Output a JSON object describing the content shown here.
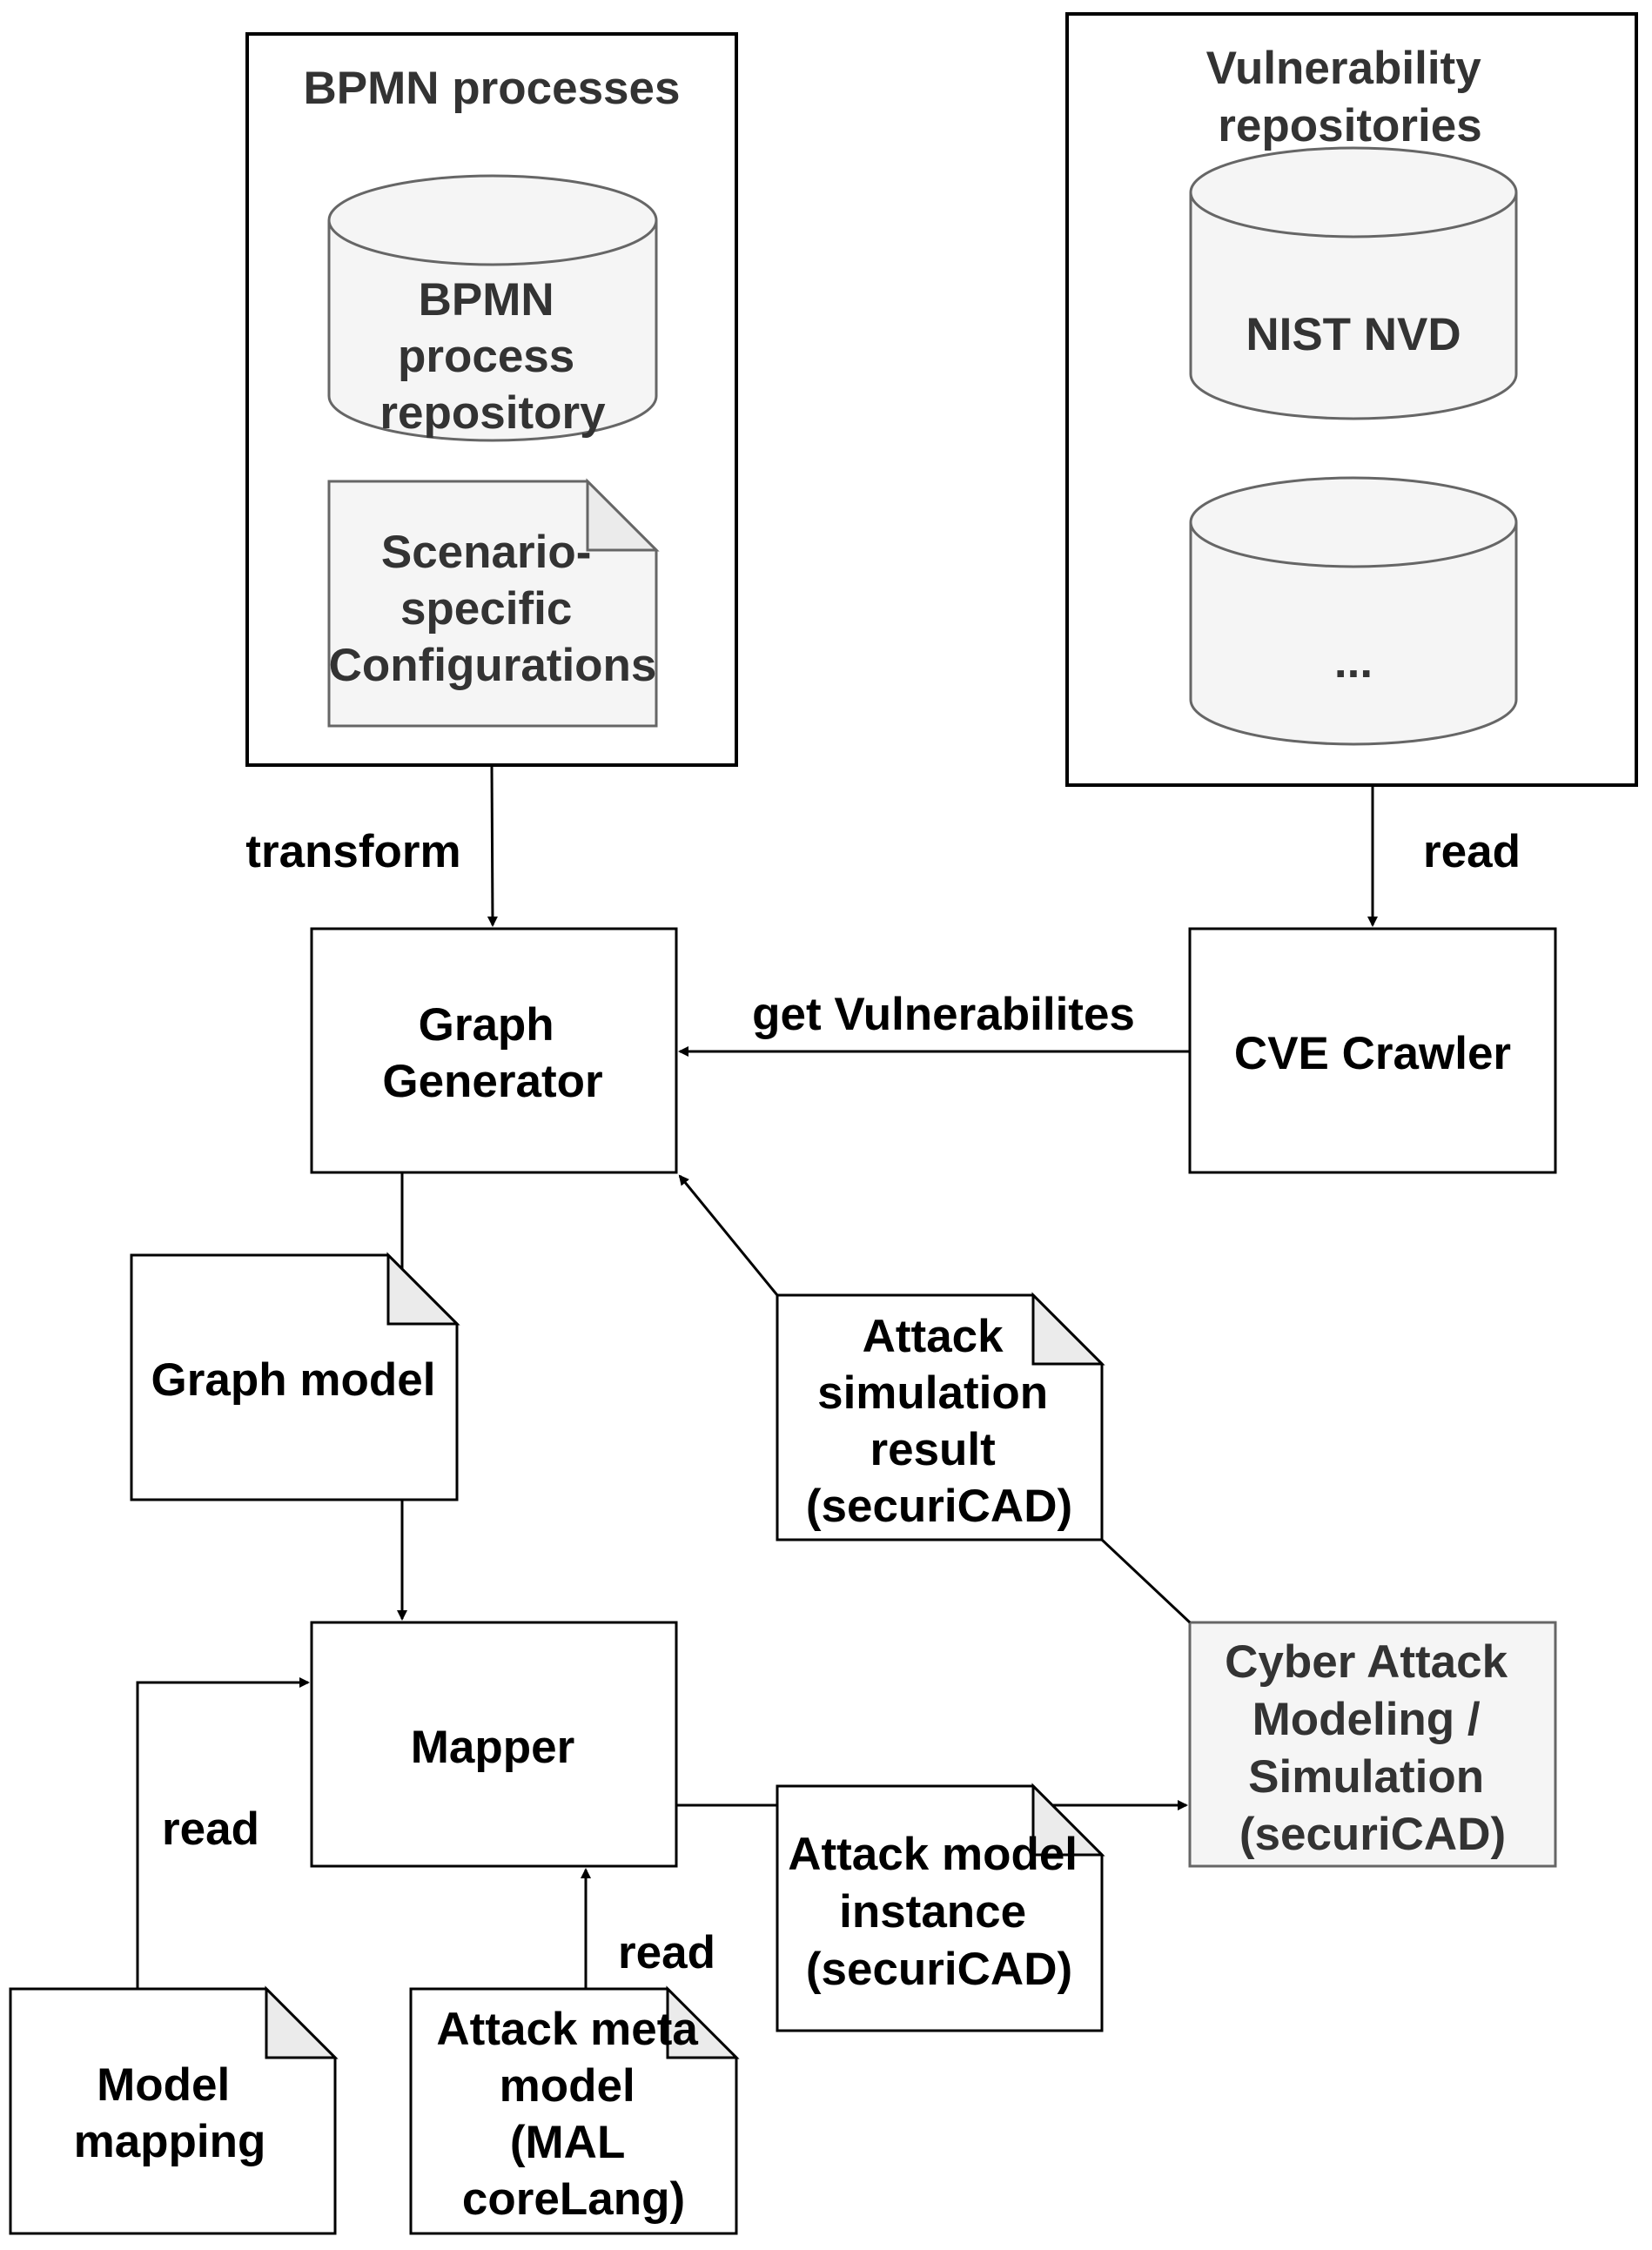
{
  "groups": {
    "bpmn": {
      "title": "BPMN processes"
    },
    "vuln": {
      "title_lines": [
        "Vulnerability",
        "repositories"
      ]
    }
  },
  "stores": {
    "bpmn_repo": {
      "lines": [
        "BPMN",
        "process",
        "repository"
      ]
    },
    "nist_nvd": {
      "lines": [
        "NIST NVD"
      ]
    },
    "other_repo": {
      "lines": [
        "..."
      ]
    }
  },
  "documents": {
    "scenario_config": {
      "lines": [
        "Scenario-",
        "specific",
        "Configurations"
      ]
    },
    "graph_model": {
      "lines": [
        "Graph model"
      ]
    },
    "attack_sim_result": {
      "lines": [
        "Attack",
        "simulation",
        "result",
        "(securiCAD)"
      ]
    },
    "attack_model_instance": {
      "lines": [
        "Attack model",
        "instance",
        "(securiCAD)"
      ]
    },
    "model_mapping": {
      "lines": [
        "Model",
        "mapping"
      ]
    },
    "attack_meta_model": {
      "lines": [
        "Attack meta",
        "model",
        "(MAL",
        "coreLang)"
      ]
    }
  },
  "processes": {
    "graph_generator": {
      "lines": [
        "Graph",
        "Generator"
      ]
    },
    "cve_crawler": {
      "lines": [
        "CVE Crawler"
      ]
    },
    "mapper": {
      "lines": [
        "Mapper"
      ]
    },
    "cyber_attack_sim": {
      "lines": [
        "Cyber Attack",
        "Modeling /",
        "Simulation",
        "(securiCAD)"
      ]
    }
  },
  "edge_labels": {
    "transform": "transform",
    "read_vuln": "read",
    "get_vulns": "get Vulnerabilites",
    "read_mapping": "read",
    "read_meta": "read"
  },
  "colors": {
    "stroke": "#000000",
    "grey_stroke": "#666666",
    "grey_fill": "#f5f5f5",
    "cylinder_fill": "#f5f5f5",
    "fold_fill": "#ebebeb"
  }
}
